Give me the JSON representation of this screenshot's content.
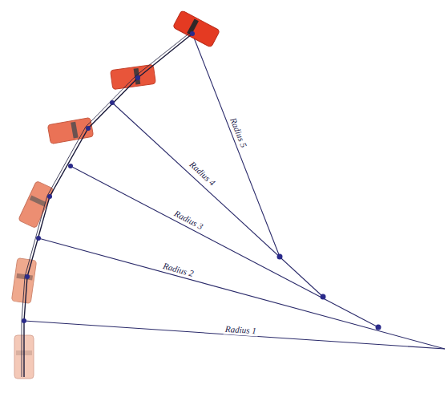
{
  "diagram": {
    "labels": [
      "Radius 5",
      "Radius 4",
      "Radius 3",
      "Radius 2",
      "Radius 1"
    ]
  }
}
